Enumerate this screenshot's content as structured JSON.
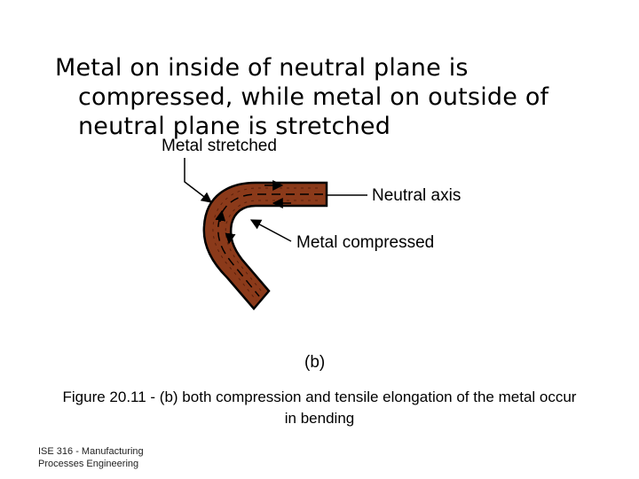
{
  "slide": {
    "body_text_line1": "Metal on inside of neutral plane is",
    "body_text_line2": "compressed, while metal on outside of",
    "body_text_line3": "neutral plane is stretched"
  },
  "figure": {
    "label_stretched": "Metal stretched",
    "label_neutral": "Neutral axis",
    "label_compressed": "Metal compressed",
    "sublabel": "(b)",
    "metal_color": "#8b3a1a",
    "outline_color": "#000000"
  },
  "caption": {
    "text": "Figure 20.11 ‑ (b) both compression and tensile elongation of the metal occur in bending"
  },
  "footer": {
    "line1": "ISE 316 - Manufacturing",
    "line2": "Processes Engineering"
  }
}
